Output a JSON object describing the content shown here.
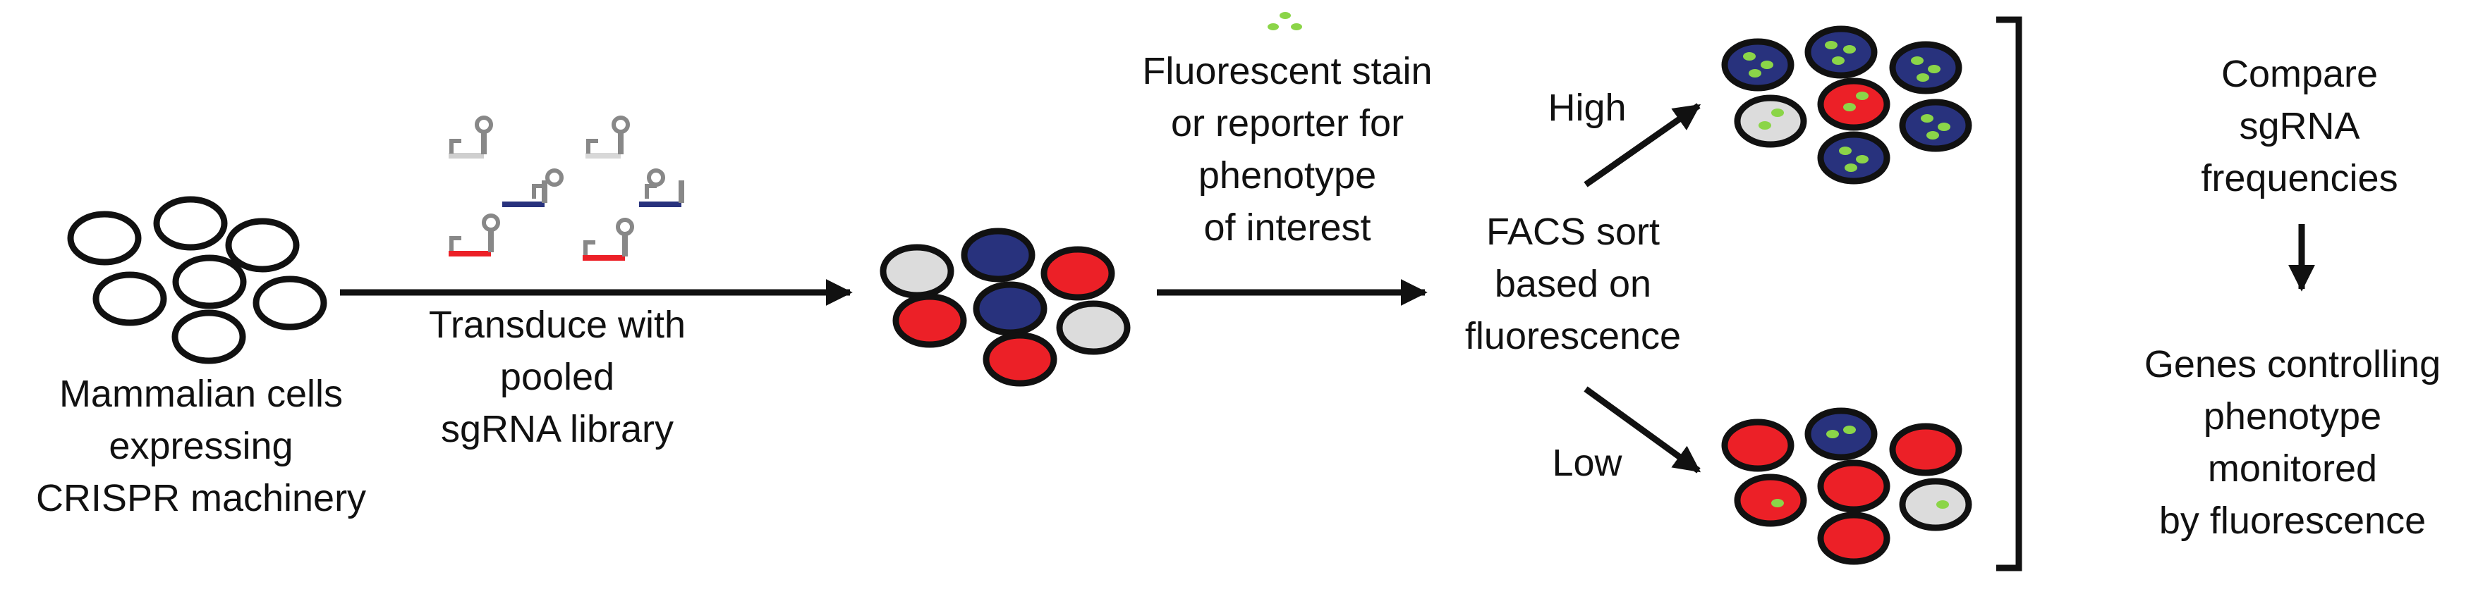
{
  "labels": {
    "cells": [
      "Mammalian cells",
      "expressing",
      "CRISPR machinery"
    ],
    "transduce": [
      "Transduce with",
      "pooled",
      "sgRNA library"
    ],
    "stain": [
      "Fluorescent stain",
      "or reporter for",
      "phenotype",
      "of interest"
    ],
    "facs": [
      "FACS sort",
      "based on",
      "fluorescence"
    ],
    "high": "High",
    "low": "Low",
    "compare": [
      "Compare",
      "sgRNA",
      "frequencies"
    ],
    "genes": [
      "Genes controlling",
      "phenotype",
      "monitored",
      "by fluorescence"
    ]
  },
  "colors": {
    "blue": "#28327d",
    "red": "#ec2027",
    "grey": "#dcdcdc",
    "green": "#8bd548",
    "outline": "#111111",
    "sgrna_grey": "#a8a8a8"
  }
}
